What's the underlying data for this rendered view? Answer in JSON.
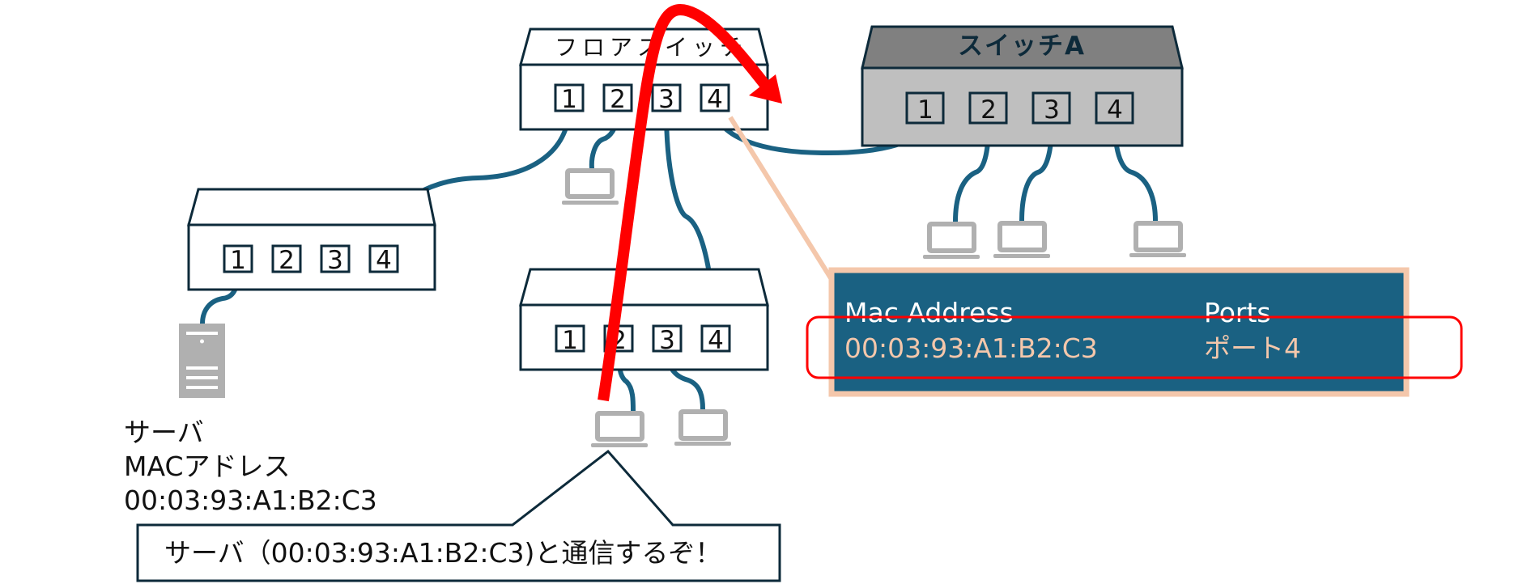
{
  "colors": {
    "outline": "#0d2a3a",
    "cable": "#1a6182",
    "switch_a_top": "#808080",
    "switch_a_body": "#bfbfbf",
    "device_gray": "#b0b0b0",
    "table_bg": "#1a6182",
    "table_border": "#f4c7ab",
    "table_value": "#f4c7ab",
    "highlight_red": "#ff0000"
  },
  "floor_switch": {
    "title": "フロアスイッチ",
    "ports": [
      "1",
      "2",
      "3",
      "4"
    ]
  },
  "switch_a": {
    "title": "スイッチA",
    "ports": [
      "1",
      "2",
      "3",
      "4"
    ]
  },
  "left_switch": {
    "ports": [
      "1",
      "2",
      "3",
      "4"
    ]
  },
  "lower_switch": {
    "ports": [
      "1",
      "2",
      "3",
      "4"
    ]
  },
  "server": {
    "icon": "server-icon",
    "label": "サーバ",
    "mac_label": "MACアドレス",
    "mac": "00:03:93:A1:B2:C3"
  },
  "mac_table": {
    "headers": [
      "Mac Address",
      "Ports"
    ],
    "rows": [
      [
        "00:03:93:A1:B2:C3",
        "ポート4"
      ]
    ]
  },
  "callout": {
    "text": "サーバ（00:03:93:A1:B2:C3)と通信するぞ！"
  },
  "icons": {
    "laptop": "laptop-icon",
    "server": "server-icon",
    "arrow": "frame-flow-arrow"
  }
}
